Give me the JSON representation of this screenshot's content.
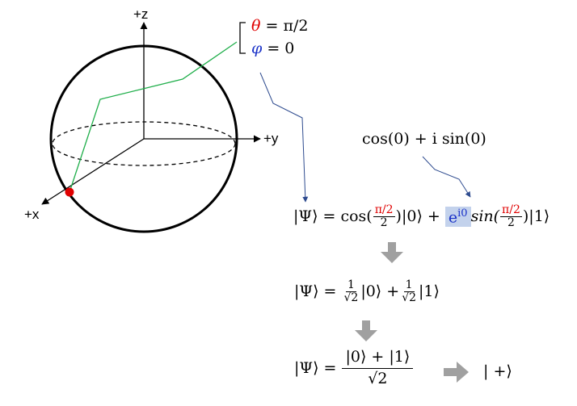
{
  "sphere": {
    "axis_z": "+z",
    "axis_y": "+y",
    "axis_x": "+x",
    "colors": {
      "state_point": "#e00000",
      "path_line": "#1fae4a",
      "pointer": "#2e4b8f",
      "theta": "#e00000",
      "phi": "#1a32c8",
      "highlight": "#c3d2ec",
      "arrow": "#a0a0a0"
    }
  },
  "params": {
    "theta_symbol": "θ",
    "theta_value": " = π/2",
    "phi_symbol": "φ",
    "phi_value": " = 0"
  },
  "euler_note": "cos(0) + i sin(0)",
  "eq1": {
    "lhs": "|Ψ⟩ = cos(",
    "frac_num": "π/2",
    "frac_den": "2",
    "ket0": ")|0⟩ + ",
    "exp_base": "e",
    "exp_power": "i0",
    "sin_open": "sin(",
    "frac2_num": "π/2",
    "frac2_den": "2",
    "ket1": ")|1⟩"
  },
  "eq2": {
    "lhs": "|Ψ⟩ = ",
    "frac_num": "1",
    "frac_den": "√2",
    "ket0": "|0⟩ +",
    "frac2_num": "1",
    "frac2_den": "√2",
    "ket1": "|1⟩"
  },
  "eq3": {
    "lhs": "|Ψ⟩ = ",
    "frac_num": "|0⟩ + |1⟩",
    "frac_den": "√2",
    "result": "| +⟩"
  }
}
